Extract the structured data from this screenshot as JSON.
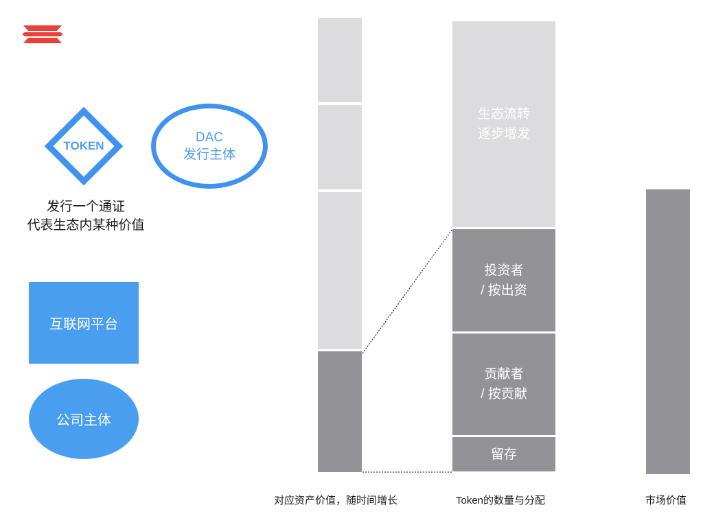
{
  "colors": {
    "accent_blue": "#4a9ef0",
    "logo_red": "#e8413a",
    "bar_light": "#dcdcde",
    "bar_dark": "#939296"
  },
  "left": {
    "token_label": "TOKEN",
    "dac_line1": "DAC",
    "dac_line2": "发行主体",
    "token_caption_line1": "发行一个通证",
    "token_caption_line2": "代表生态内某种价值",
    "platform_label": "互联网平台",
    "company_label": "公司主体"
  },
  "distribution": {
    "ecosystem_line1": "生态流转",
    "ecosystem_line2": "逐步增发",
    "investor_line1": "投资者",
    "investor_line2": "/ 按出资",
    "contributor_line1": "贡献者",
    "contributor_line2": "/ 按贡献",
    "reserve": "留存"
  },
  "captions": {
    "asset_value": "对应资产价值，随时间增长",
    "token_distribution": "Token的数量与分配",
    "market_value": "市场价值"
  }
}
